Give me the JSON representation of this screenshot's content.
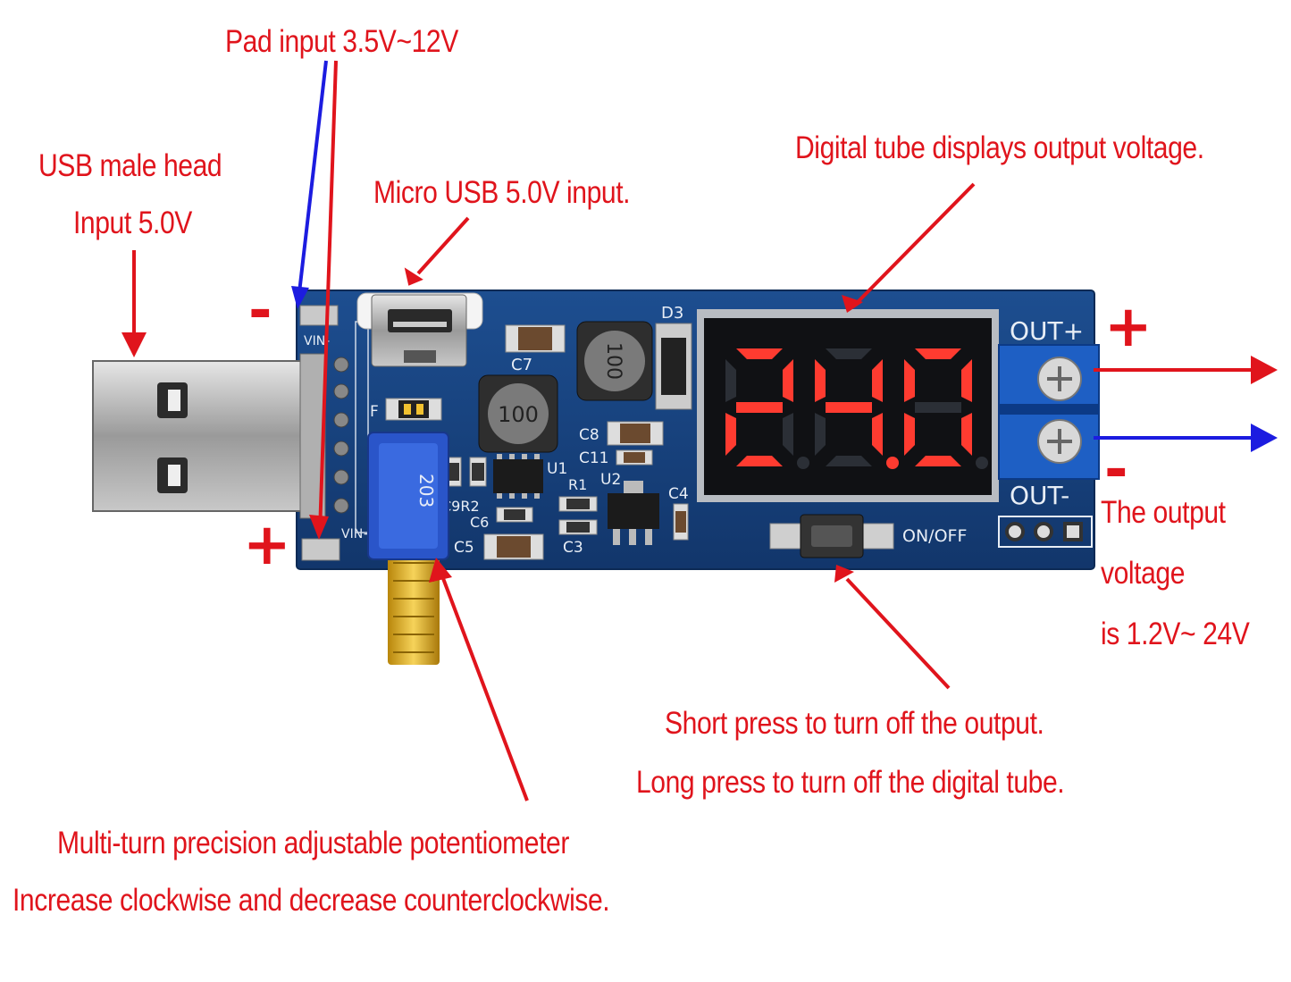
{
  "annotations": {
    "pad_input": "Pad input 3.5V~12V",
    "usb_male_line1": "USB male head",
    "usb_male_line2": "Input 5.0V",
    "micro_usb": "Micro USB 5.0V input.",
    "digital_tube": "Digital tube displays output voltage.",
    "output_line1": "The output",
    "output_line2": "voltage",
    "output_line3": "is 1.2V~ 24V",
    "button_line1": "Short press to turn off the output.",
    "button_line2": "Long press to turn off the digital tube.",
    "pot_line1": "Multi-turn precision adjustable potentiometer",
    "pot_line2": "Increase clockwise and decrease counterclockwise."
  },
  "signs": {
    "input_minus": "-",
    "input_plus": "+",
    "output_plus": "+",
    "output_minus": "-"
  },
  "board": {
    "display_value": "24.0",
    "silkscreen": {
      "out_plus": "OUT+",
      "out_minus": "OUT-",
      "on_off": "ON/OFF",
      "vin_minus": "VIN-",
      "vin_plus": "VIN+",
      "d3": "D3",
      "c7": "C7",
      "c8": "C8",
      "c11": "C11",
      "c4": "C4",
      "c9r2": "C9R2",
      "c6": "C6",
      "c5": "C5",
      "c3": "C3",
      "r1": "R1",
      "u1": "U1",
      "u2": "U2",
      "f": "F",
      "inductor_1": "100",
      "inductor_2": "100",
      "pot_marking": "203"
    }
  },
  "colors": {
    "annotation_red": "#e0141c",
    "arrow_blue": "#1c1ce0",
    "pcb_blue": "#163f7c",
    "segment_on": "#ff3b30"
  }
}
